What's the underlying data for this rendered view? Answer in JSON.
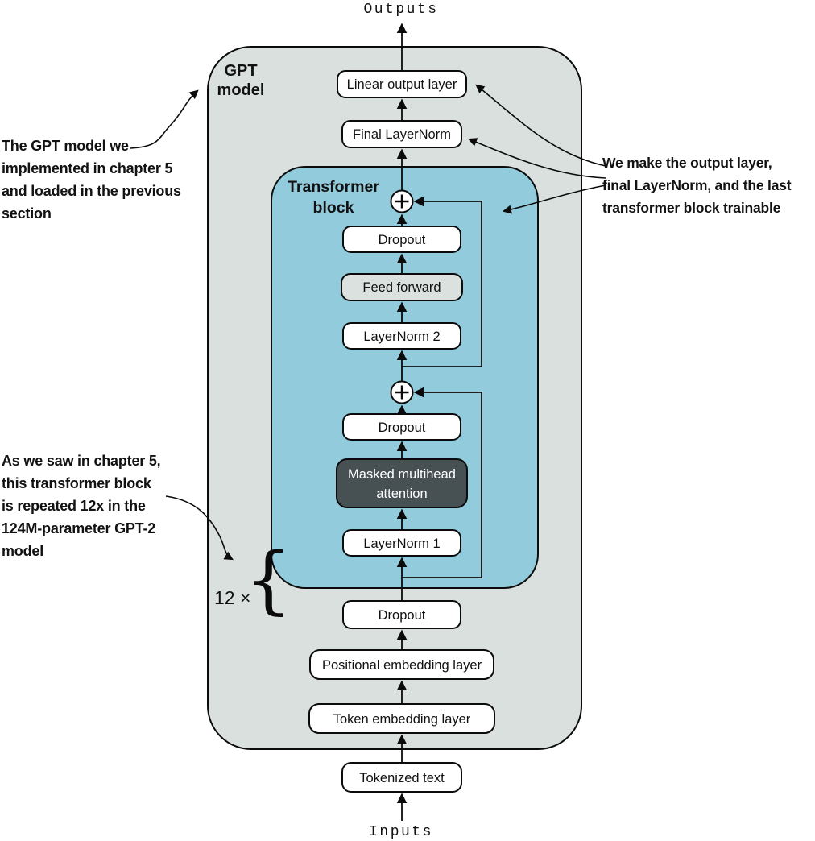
{
  "diagram": {
    "io": {
      "outputs_label": "Outputs",
      "inputs_label": "Inputs"
    },
    "containers": {
      "gpt_model": {
        "line1": "GPT",
        "line2": "model"
      },
      "transformer_block": {
        "line1": "Transformer",
        "line2": "block"
      }
    },
    "nodes": {
      "linear_output": "Linear output layer",
      "final_layernorm": "Final LayerNorm",
      "dropout_top": "Dropout",
      "feed_forward": "Feed forward",
      "layernorm_2": "LayerNorm 2",
      "dropout_mid": "Dropout",
      "masked_attention": {
        "line1": "Masked multihead",
        "line2": "attention"
      },
      "layernorm_1": "LayerNorm 1",
      "dropout_bottom": "Dropout",
      "positional_embedding": "Positional embedding layer",
      "token_embedding": "Token embedding layer",
      "tokenized_text": "Tokenized text"
    },
    "repeat": {
      "label": "12 ×",
      "brace": "{"
    },
    "colors": {
      "gpt_fill": "#d9e0de",
      "transformer_fill": "#92cbdc",
      "feed_forward_fill": "#dbe1df",
      "attention_fill": "#475154",
      "attention_text_color": "#ffffff",
      "node_fill": "#ffffff",
      "line_color": "#0b0b0b"
    }
  },
  "annotations": {
    "gpt_note": "The GPT model we\nimplemented in chapter 5\nand loaded in the previous\nsection",
    "repeat_note": "As we saw in chapter 5,\nthis transformer block\nis repeated 12x in the\n124M-parameter GPT-2\nmodel",
    "trainable_note": "We make the output layer,\nfinal LayerNorm, and the last\ntransformer block trainable"
  }
}
